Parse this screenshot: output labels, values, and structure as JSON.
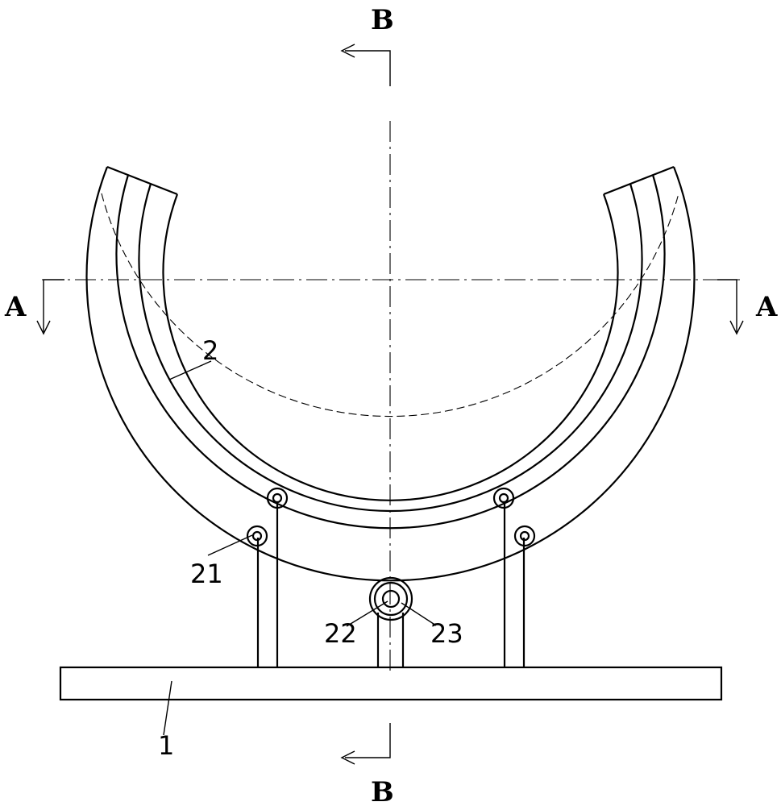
{
  "section_markers": {
    "top": "B",
    "bottom": "B",
    "left": "A",
    "right": "A"
  },
  "reference_labels": {
    "base": "1",
    "ring": "2",
    "bolt": "21",
    "pivot": "22",
    "bushing": "23"
  }
}
